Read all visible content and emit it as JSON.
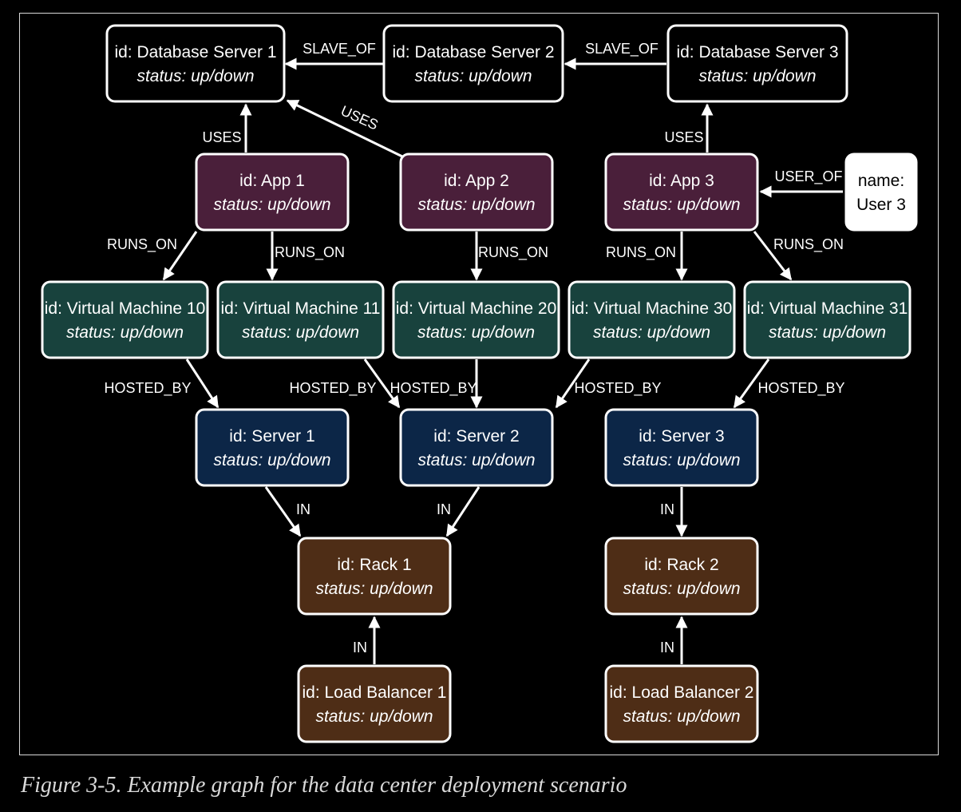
{
  "colors": {
    "database": "#000000",
    "app": "#4a1f3a",
    "vm": "#18423d",
    "server": "#0c2647",
    "infra": "#4e2d16",
    "user": "#ffffff",
    "stroke": "#ffffff"
  },
  "nodes": [
    {
      "key": "db1",
      "kind": "database",
      "id_text": "id: Database Server 1",
      "status_text": "status: up/down"
    },
    {
      "key": "db2",
      "kind": "database",
      "id_text": "id: Database Server 2",
      "status_text": "status: up/down"
    },
    {
      "key": "db3",
      "kind": "database",
      "id_text": "id: Database Server 3",
      "status_text": "status: up/down"
    },
    {
      "key": "app1",
      "kind": "app",
      "id_text": "id: App 1",
      "status_text": "status: up/down"
    },
    {
      "key": "app2",
      "kind": "app",
      "id_text": "id: App 2",
      "status_text": "status: up/down"
    },
    {
      "key": "app3",
      "kind": "app",
      "id_text": "id: App 3",
      "status_text": "status: up/down"
    },
    {
      "key": "user3",
      "kind": "user",
      "id_text": "name:",
      "status_text": "User 3"
    },
    {
      "key": "vm10",
      "kind": "vm",
      "id_text": "id: Virtual Machine 10",
      "status_text": "status: up/down"
    },
    {
      "key": "vm11",
      "kind": "vm",
      "id_text": "id: Virtual Machine 11",
      "status_text": "status: up/down"
    },
    {
      "key": "vm20",
      "kind": "vm",
      "id_text": "id: Virtual Machine 20",
      "status_text": "status: up/down"
    },
    {
      "key": "vm30",
      "kind": "vm",
      "id_text": "id: Virtual Machine 30",
      "status_text": "status: up/down"
    },
    {
      "key": "vm31",
      "kind": "vm",
      "id_text": "id: Virtual Machine 31",
      "status_text": "status: up/down"
    },
    {
      "key": "srv1",
      "kind": "server",
      "id_text": "id: Server 1",
      "status_text": "status: up/down"
    },
    {
      "key": "srv2",
      "kind": "server",
      "id_text": "id: Server 2",
      "status_text": "status: up/down"
    },
    {
      "key": "srv3",
      "kind": "server",
      "id_text": "id: Server 3",
      "status_text": "status: up/down"
    },
    {
      "key": "rack1",
      "kind": "infra",
      "id_text": "id: Rack 1",
      "status_text": "status: up/down"
    },
    {
      "key": "rack2",
      "kind": "infra",
      "id_text": "id: Rack 2",
      "status_text": "status: up/down"
    },
    {
      "key": "lb1",
      "kind": "infra",
      "id_text": "id: Load Balancer 1",
      "status_text": "status: up/down"
    },
    {
      "key": "lb2",
      "kind": "infra",
      "id_text": "id: Load Balancer 2",
      "status_text": "status: up/down"
    }
  ],
  "edges": [
    {
      "from": "db2",
      "to": "db1",
      "label": "SLAVE_OF"
    },
    {
      "from": "db3",
      "to": "db2",
      "label": "SLAVE_OF"
    },
    {
      "from": "app1",
      "to": "db1",
      "label": "USES"
    },
    {
      "from": "app2",
      "to": "db1",
      "label": "USES"
    },
    {
      "from": "app3",
      "to": "db3",
      "label": "USES"
    },
    {
      "from": "user3",
      "to": "app3",
      "label": "USER_OF"
    },
    {
      "from": "app1",
      "to": "vm10",
      "label": "RUNS_ON"
    },
    {
      "from": "app1",
      "to": "vm11",
      "label": "RUNS_ON"
    },
    {
      "from": "app2",
      "to": "vm20",
      "label": "RUNS_ON"
    },
    {
      "from": "app3",
      "to": "vm30",
      "label": "RUNS_ON"
    },
    {
      "from": "app3",
      "to": "vm31",
      "label": "RUNS_ON"
    },
    {
      "from": "vm10",
      "to": "srv1",
      "label": "HOSTED_BY"
    },
    {
      "from": "vm11",
      "to": "srv2",
      "label": "HOSTED_BY"
    },
    {
      "from": "vm20",
      "to": "srv2",
      "label": "HOSTED_BY"
    },
    {
      "from": "vm30",
      "to": "srv2",
      "label": "HOSTED_BY"
    },
    {
      "from": "vm31",
      "to": "srv3",
      "label": "HOSTED_BY"
    },
    {
      "from": "srv1",
      "to": "rack1",
      "label": "IN"
    },
    {
      "from": "srv2",
      "to": "rack1",
      "label": "IN"
    },
    {
      "from": "srv3",
      "to": "rack2",
      "label": "IN"
    },
    {
      "from": "lb1",
      "to": "rack1",
      "label": "IN"
    },
    {
      "from": "lb2",
      "to": "rack2",
      "label": "IN"
    }
  ],
  "caption": "Figure 3-5. Example graph for the data center deployment scenario"
}
